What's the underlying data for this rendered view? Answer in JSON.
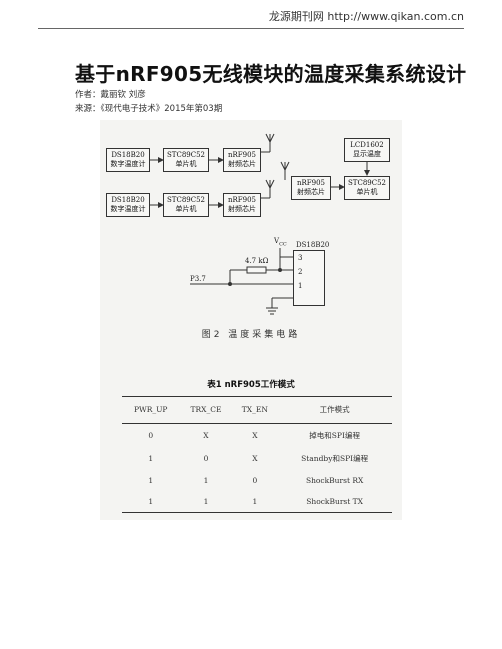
{
  "header": {
    "site": "龙源期刊网 http://www.qikan.com.cn"
  },
  "article": {
    "title": "基于nRF905无线模块的温度采集系统设计",
    "author_line": "作者：戴丽钦 刘彦",
    "source_line": "来源：《现代电子技术》2015年第03期"
  },
  "figure": {
    "blocks": {
      "sensor1": [
        "DS18B20",
        "数字温度计"
      ],
      "mcu1": [
        "STC89C52",
        "单片机"
      ],
      "rf1": [
        "nRF905",
        "射频芯片"
      ],
      "sensor2": [
        "DS18B20",
        "数字温度计"
      ],
      "mcu2": [
        "STC89C52",
        "单片机"
      ],
      "rf2": [
        "nRF905",
        "射频芯片"
      ],
      "rf3": [
        "nRF905",
        "射频芯片"
      ],
      "mcu3": [
        "STC89C52",
        "单片机"
      ],
      "lcd": [
        "LCD1602",
        "显示温度"
      ]
    },
    "circuit": {
      "vcc": "V",
      "vcc_sub": "CC",
      "resistor": "4.7 kΩ",
      "port": "P3.7",
      "chip": "DS18B20",
      "pins": [
        "3",
        "2",
        "1"
      ]
    },
    "caption": "图2  温度采集电路"
  },
  "table": {
    "caption": "表1   nRF905工作模式",
    "headers": [
      "PWR_UP",
      "TRX_CE",
      "TX_EN",
      "工作模式"
    ],
    "rows": [
      [
        "0",
        "X",
        "X",
        "掉电和SPI编程"
      ],
      [
        "1",
        "0",
        "X",
        "Standby和SPI编程"
      ],
      [
        "1",
        "1",
        "0",
        "ShockBurst RX"
      ],
      [
        "1",
        "1",
        "1",
        "ShockBurst TX"
      ]
    ]
  }
}
